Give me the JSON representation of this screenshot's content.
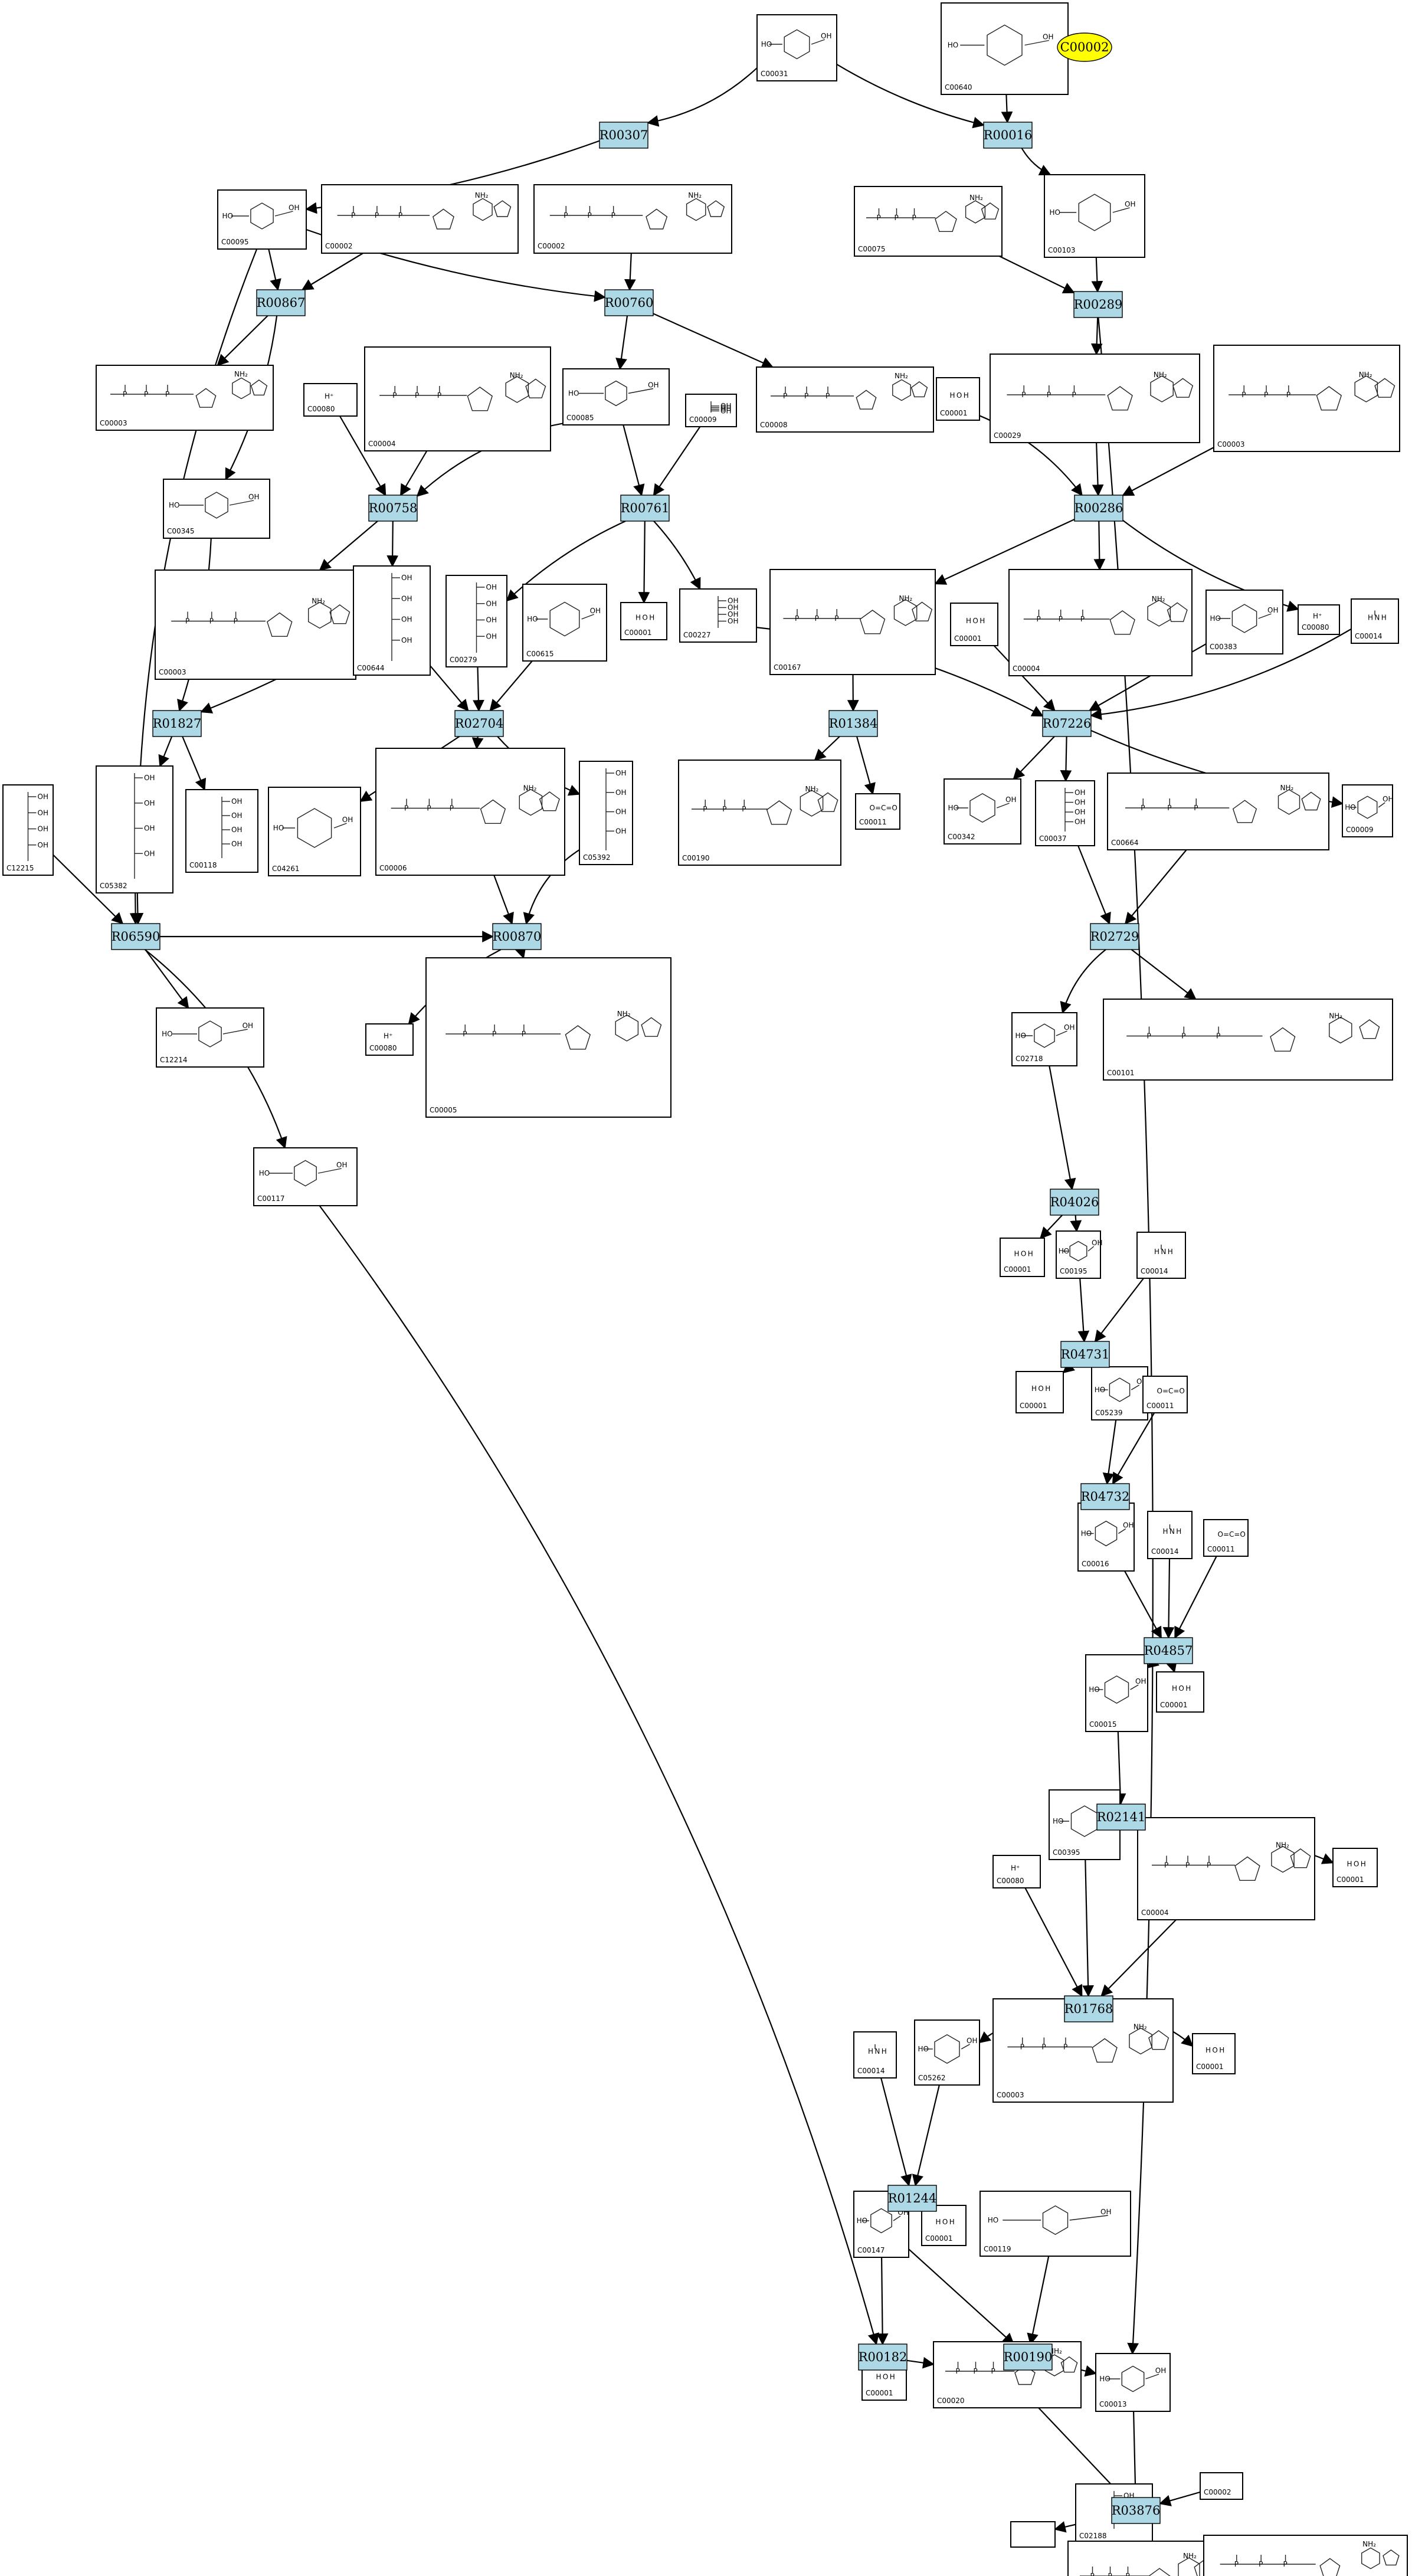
{
  "reactions": [
    "R00307",
    "R00016",
    "R00867",
    "R00760",
    "R00289",
    "R00758",
    "R00761",
    "R00286",
    "R01827",
    "R02704",
    "R01384",
    "R07226",
    "R06590",
    "R00870",
    "R02729",
    "R04026",
    "R04731",
    "R04732",
    "R04857",
    "R02141",
    "R01768",
    "R01244",
    "R00182",
    "R00190",
    "R03876"
  ],
  "compounds": [
    "C00031",
    "C00640",
    "C00095",
    "C00002",
    "C00002",
    "C00075",
    "C00103",
    "C00003",
    "C00004",
    "C00080",
    "C00085",
    "C00009",
    "C00008",
    "C00001",
    "C00029",
    "C00003",
    "C00345",
    "C00003",
    "C00644",
    "C00279",
    "C00615",
    "C00001",
    "C00227",
    "C00167",
    "C00001",
    "C00004",
    "C00383",
    "C00080",
    "C00014",
    "C12215",
    "C05382",
    "C00118",
    "C04261",
    "C00006",
    "C05392",
    "C00190",
    "C00011",
    "C00342",
    "C00037",
    "C00664",
    "C00009",
    "C12214",
    "C00080",
    "C00005",
    "C02718",
    "C00101",
    "C00117",
    "C00001",
    "C00195",
    "C00014",
    "C00001",
    "C05239",
    "C00011",
    "C00016",
    "C00014",
    "C00011",
    "C00015",
    "C00001",
    "C00080",
    "C00395",
    "C00004",
    "C00001",
    "C00014",
    "C05262",
    "C00003",
    "C00001",
    "C00147",
    "C00001",
    "C00119",
    "C00001",
    "C00020",
    "C00013",
    "C02188",
    "C00002",
    ""
  ],
  "highlight": {
    "label": "C00002",
    "color": "#ffff00"
  },
  "colors": {
    "reaction": "#add8e6",
    "edge": "#000000"
  }
}
